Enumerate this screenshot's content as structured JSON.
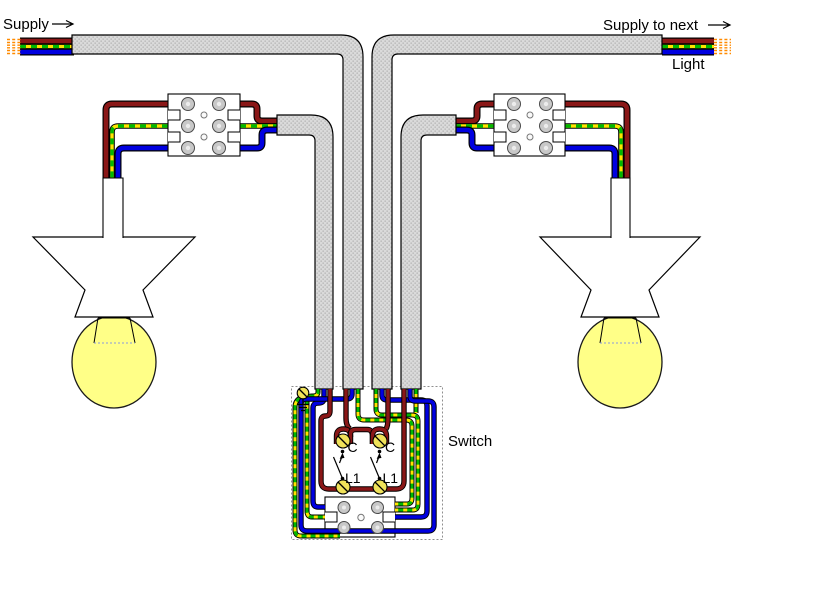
{
  "labels": {
    "supply": "Supply",
    "supply_to_next": "Supply to next",
    "light": "Light",
    "switch": "Switch"
  },
  "terminals": {
    "common": "C",
    "l1": "L1"
  },
  "colors": {
    "live_wire": "#8a1717",
    "neutral_wire": "#0000e0",
    "earth_yellow": "#ffe400",
    "earth_green": "#00b800",
    "sheath_gray": "#dadada",
    "sheath_dot": "#b0b0b0",
    "bulb_yellow": "#ffff87",
    "brass": "#f0e25a",
    "bare_copper": "#ff8a00",
    "screw_gray": "#c8c8c8"
  }
}
